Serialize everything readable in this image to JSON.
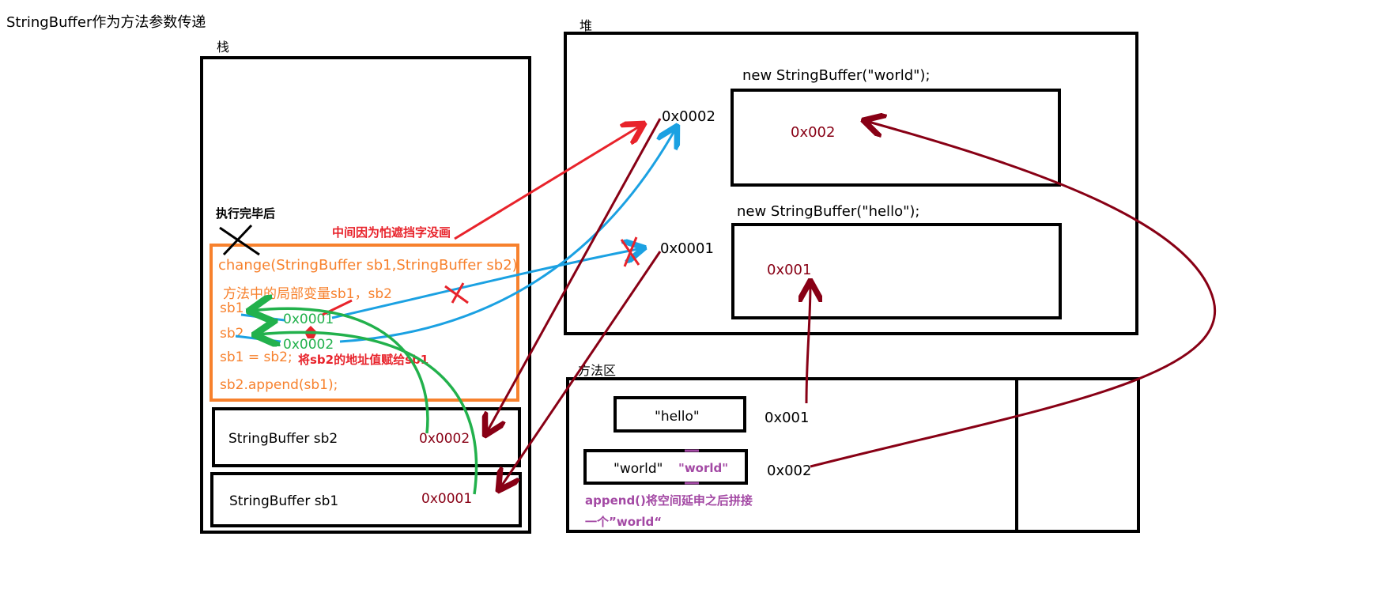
{
  "title": "StringBuffer作为方法参数传递",
  "colors": {
    "box": "#000000",
    "frame": "#f7812d",
    "frame_text": "#f7812d",
    "red": "#e8232b",
    "blue": "#1ba1e2",
    "green": "#22b14c",
    "darkred": "#880015",
    "purple": "#a349a4"
  },
  "stack": {
    "label": "栈",
    "after_exec_label": "执行完毕后",
    "frame": {
      "signature": "change(StringBuffer sb1,StringBuffer sb2)",
      "locals_label": "方法中的局部变量sb1，sb2",
      "sb1_label": "sb1",
      "sb1_value": "0x0001",
      "sb2_label": "sb2",
      "sb2_value": "0x0002",
      "assign_stmt": "sb1 = sb2;",
      "assign_note": "将sb2的地址值赋给sb1",
      "append_stmt": "sb2.append(sb1);"
    },
    "note_red": "中间因为怕遮挡字没画",
    "main_vars": [
      {
        "name": "StringBuffer sb2",
        "value": "0x0002"
      },
      {
        "name": "StringBuffer sb1",
        "value": "0x0001"
      }
    ]
  },
  "heap": {
    "label": "堆",
    "objects": [
      {
        "code": "new StringBuffer(\"world\");",
        "address": "0x0002",
        "content_ref": "0x002"
      },
      {
        "code": "new StringBuffer(\"hello\");",
        "address": "0x0001",
        "content_ref": "0x001"
      }
    ]
  },
  "method_area": {
    "label": "方法区",
    "constants": [
      {
        "text": "\"hello\"",
        "address": "0x001"
      },
      {
        "text": "\"world\"",
        "appended": "\"world\"",
        "address": "0x002"
      }
    ],
    "append_note_line1": "append()将空间延申之后拼接",
    "append_note_line2": "一个”world“"
  }
}
